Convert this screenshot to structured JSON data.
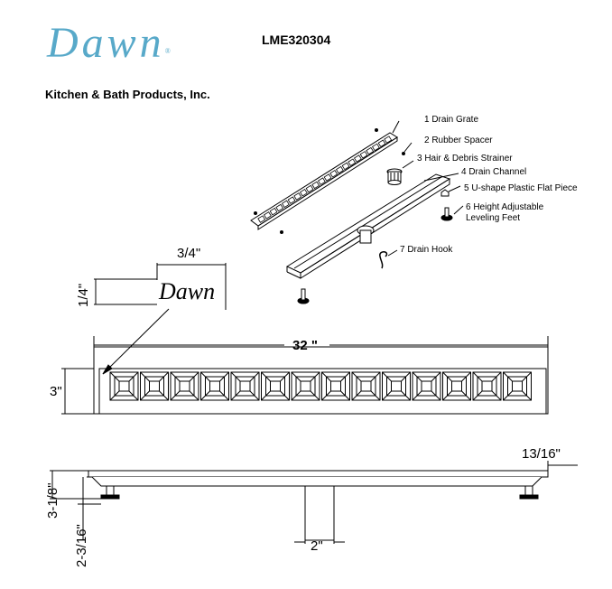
{
  "header": {
    "logo_text": "Dawn",
    "logo_mark": "®",
    "company": "Kitchen & Bath Products, Inc.",
    "model": "LME320304"
  },
  "parts": [
    {
      "label": "1 Drain Grate"
    },
    {
      "label": "2 Rubber Spacer"
    },
    {
      "label": "3 Hair & Debris Strainer"
    },
    {
      "label": "4 Drain Channel"
    },
    {
      "label": "5 U-shape Plastic Flat Piece"
    },
    {
      "label": "6 Height Adjustable",
      "label2": "Leveling Feet"
    },
    {
      "label": "7 Drain Hook"
    }
  ],
  "dimensions": {
    "logo_width": "3/4\"",
    "logo_height": "1/4\"",
    "length": "32 \"",
    "width": "3\"",
    "height_total": "3-1/8\"",
    "height_feet": "2-3/16\"",
    "outlet": "2\"",
    "grate_height": "13/16\""
  },
  "engraving": "Dawn",
  "colors": {
    "logo": "#58a9c9",
    "line": "#000000"
  }
}
